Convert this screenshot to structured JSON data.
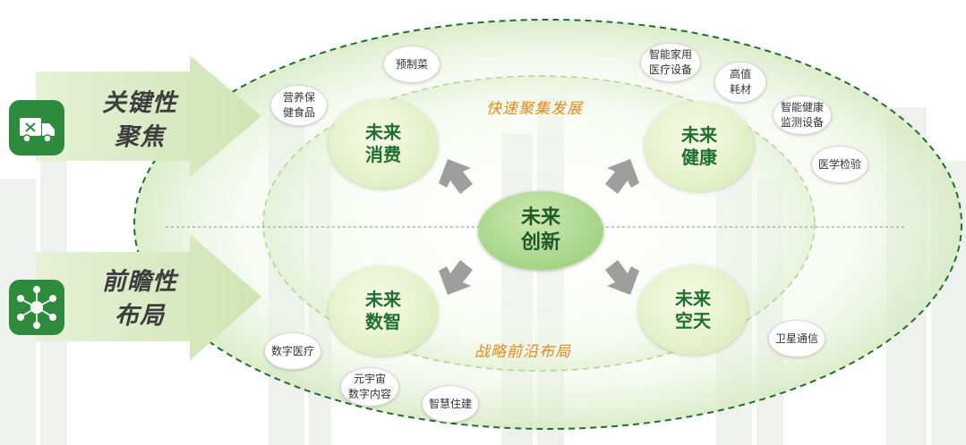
{
  "left_panel": {
    "top_block": {
      "label": "关键性\n聚焦",
      "icon": "delivery-truck-icon"
    },
    "bottom_block": {
      "label": "前瞻性\n布局",
      "icon": "network-hub-icon"
    }
  },
  "center": {
    "label": "未来\n创新"
  },
  "ring_labels": {
    "inner_top": "快速聚集发展",
    "inner_bottom": "战略前沿布局"
  },
  "quadrants": {
    "consumption": {
      "label": "未来\n消费",
      "items": [
        "预制菜",
        "营养保\n健食品"
      ]
    },
    "health": {
      "label": "未来\n健康",
      "items": [
        "智能家用\n医疗设备",
        "高值\n耗材",
        "智能健康\n监测设备",
        "医学检验"
      ]
    },
    "digital": {
      "label": "未来\n数智",
      "items": [
        "数字医疗",
        "元宇宙\n数字内容",
        "智慧住建"
      ]
    },
    "aerospace": {
      "label": "未来\n空天",
      "items": [
        "卫星通信"
      ]
    }
  },
  "colors": {
    "dark_green": "#2e8b3e",
    "dashed_ring": "#1f6f2e",
    "inner_ring": "#a9d88e",
    "orange_text": "#e88a1a",
    "arrow_gray": "#9e9e9e"
  }
}
